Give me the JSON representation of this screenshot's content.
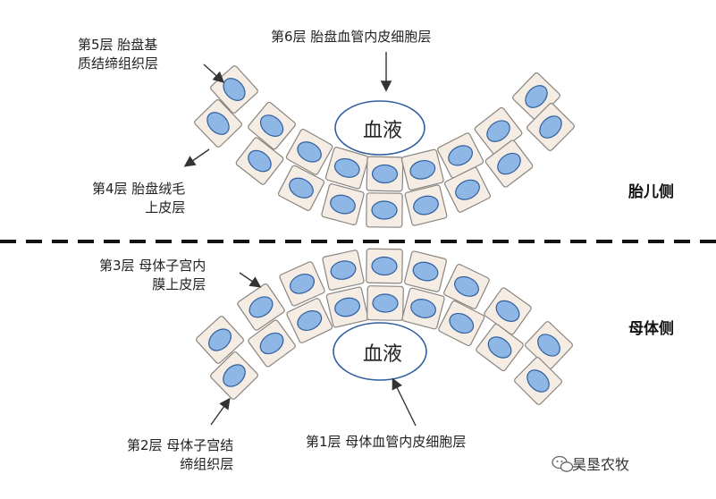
{
  "labels": {
    "layer1": [
      "第1层  母体血管内皮细胞层"
    ],
    "layer2": [
      "第2层  母体子宫结",
      "缔组织层"
    ],
    "layer3": [
      "第3层  母体子宫内",
      "膜上皮层"
    ],
    "layer4": [
      "第4层  胎盘绒毛",
      "上皮层"
    ],
    "layer5": [
      "第5层  胎盘基",
      "质结缔组织层"
    ],
    "layer6": [
      "第6层  胎盘血管内皮细胞层"
    ]
  },
  "blood_label": "血液",
  "side_fetal": "胎儿侧",
  "side_maternal": "母体侧",
  "watermark": "昊垦农牧",
  "colors": {
    "cell_fill": "#f5ece3",
    "cell_stroke": "#8a8580",
    "nucleus_fill": "#8fb7e6",
    "nucleus_stroke": "#2f5f9e",
    "blood_stroke": "#2f5f9e",
    "arrow": "#333333",
    "divider": "#111111"
  },
  "icons": {
    "watermark": "wechat-icon"
  }
}
